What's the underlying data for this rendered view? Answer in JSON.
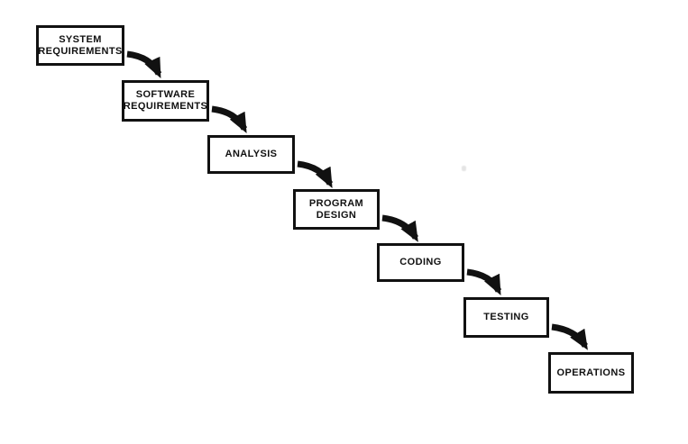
{
  "diagram": {
    "name": "waterfall-model-flow",
    "background_color": "#ffffff",
    "box_border_color": "#111111",
    "text_color": "#111111",
    "arrow_color": "#111111",
    "steps": [
      {
        "id": "system-requirements",
        "label": "SYSTEM\nREQUIREMENTS"
      },
      {
        "id": "software-requirements",
        "label": "SOFTWARE\nREQUIREMENTS"
      },
      {
        "id": "analysis",
        "label": "ANALYSIS"
      },
      {
        "id": "program-design",
        "label": "PROGRAM\nDESIGN"
      },
      {
        "id": "coding",
        "label": "CODING"
      },
      {
        "id": "testing",
        "label": "TESTING"
      },
      {
        "id": "operations",
        "label": "OPERATIONS"
      }
    ]
  }
}
